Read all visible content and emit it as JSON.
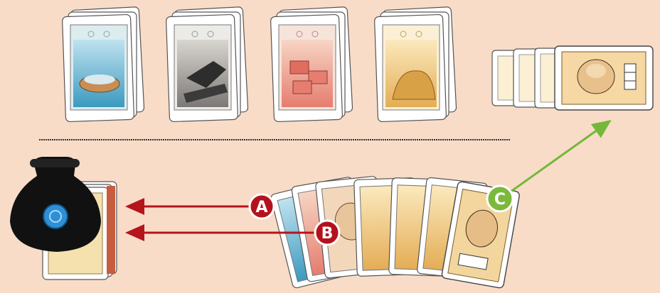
{
  "scene": {
    "background": "#f8dcc8",
    "market_piles": [
      {
        "resource": "fish",
        "art_color": "#6ab3cf",
        "accent": "#3a8fb4"
      },
      {
        "resource": "stone",
        "art_color": "#8b8b8b",
        "accent": "#2f2f2f"
      },
      {
        "resource": "clay",
        "art_color": "#e9867a",
        "accent": "#c85a4d"
      },
      {
        "resource": "grain",
        "art_color": "#f3cf7c",
        "accent": "#d29a3a"
      }
    ],
    "labels": {
      "a": "A",
      "b": "B",
      "c": "C"
    },
    "colors": {
      "arrow_red": "#b5141d",
      "arrow_green": "#74b83a",
      "label_red": "#b3121c",
      "label_green": "#7ab93c",
      "bag": "#111111",
      "bag_emblem": "#2e8fd4",
      "divider": "#333333"
    },
    "icons": [
      "draw-bag-icon",
      "worker-card-icon"
    ]
  }
}
